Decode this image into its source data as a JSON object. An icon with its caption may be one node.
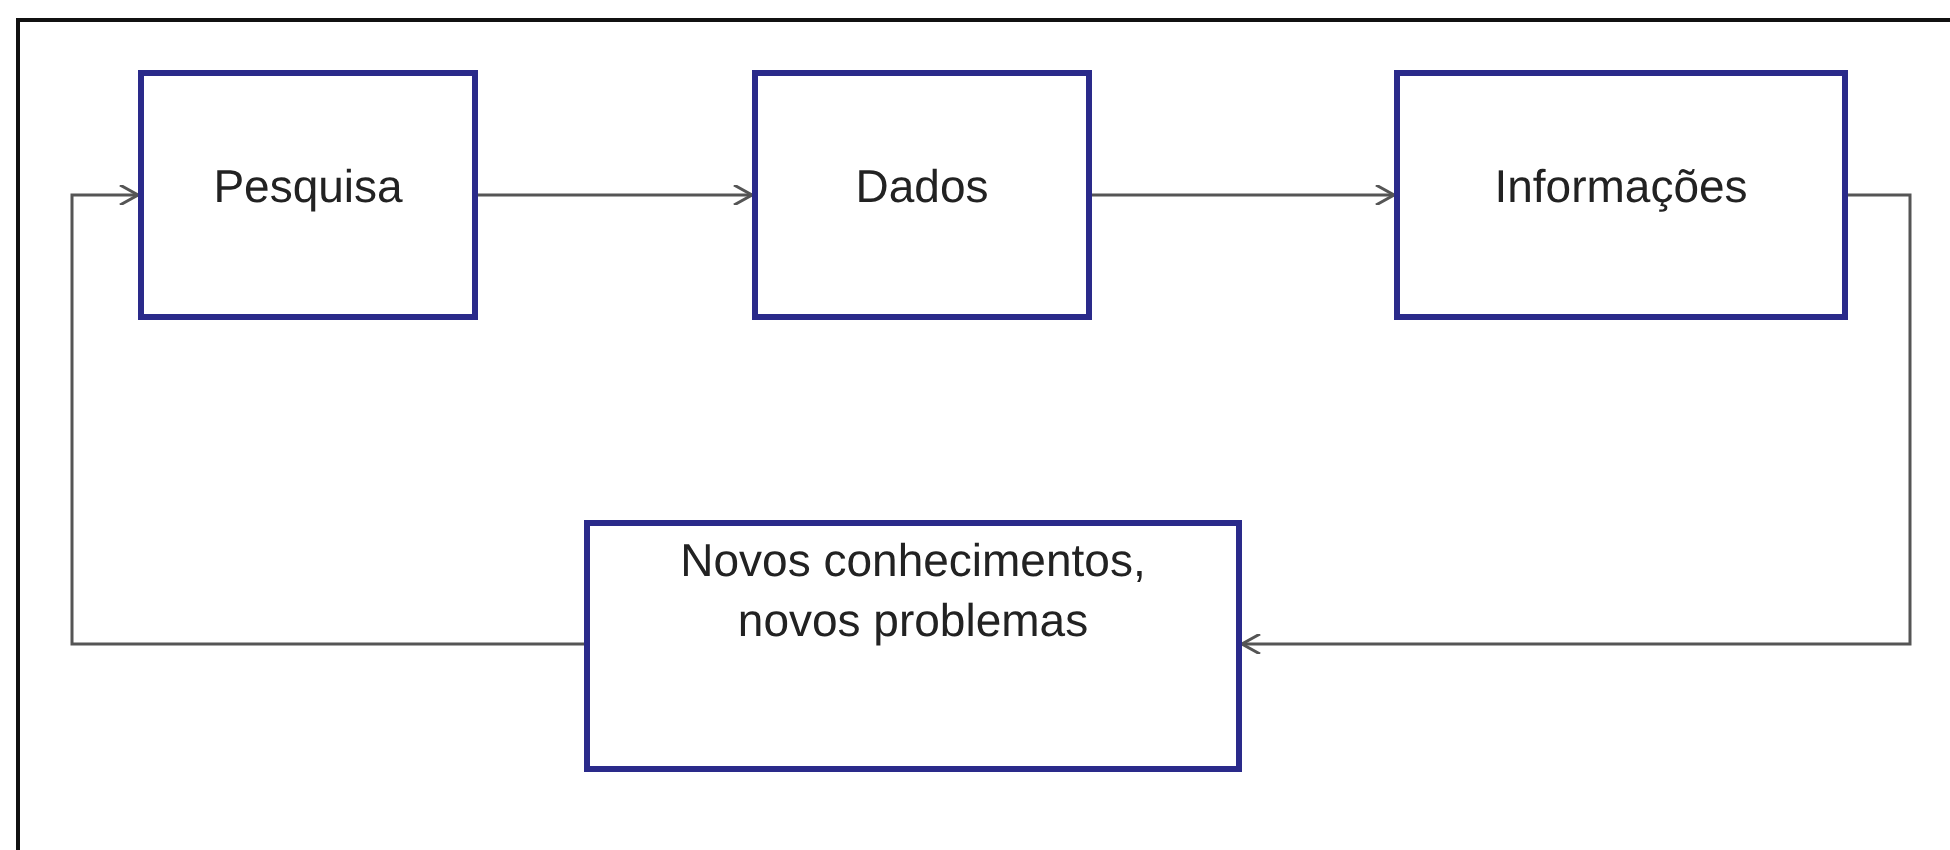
{
  "diagram": {
    "nodes": [
      {
        "text": [
          "Pesquisa"
        ]
      },
      {
        "text": [
          "Dados"
        ]
      },
      {
        "text": [
          "Informações"
        ]
      },
      {
        "text": [
          "Novos conhecimentos, novos problemas"
        ]
      }
    ],
    "edges": [
      {
        "from": 0,
        "to": 1,
        "arrow": "to"
      },
      {
        "from": 1,
        "to": 2,
        "arrow": "to"
      },
      {
        "from": 2,
        "to": 3,
        "arrow": "to"
      },
      {
        "from": 3,
        "to": 0,
        "arrow": "to"
      }
    ]
  }
}
